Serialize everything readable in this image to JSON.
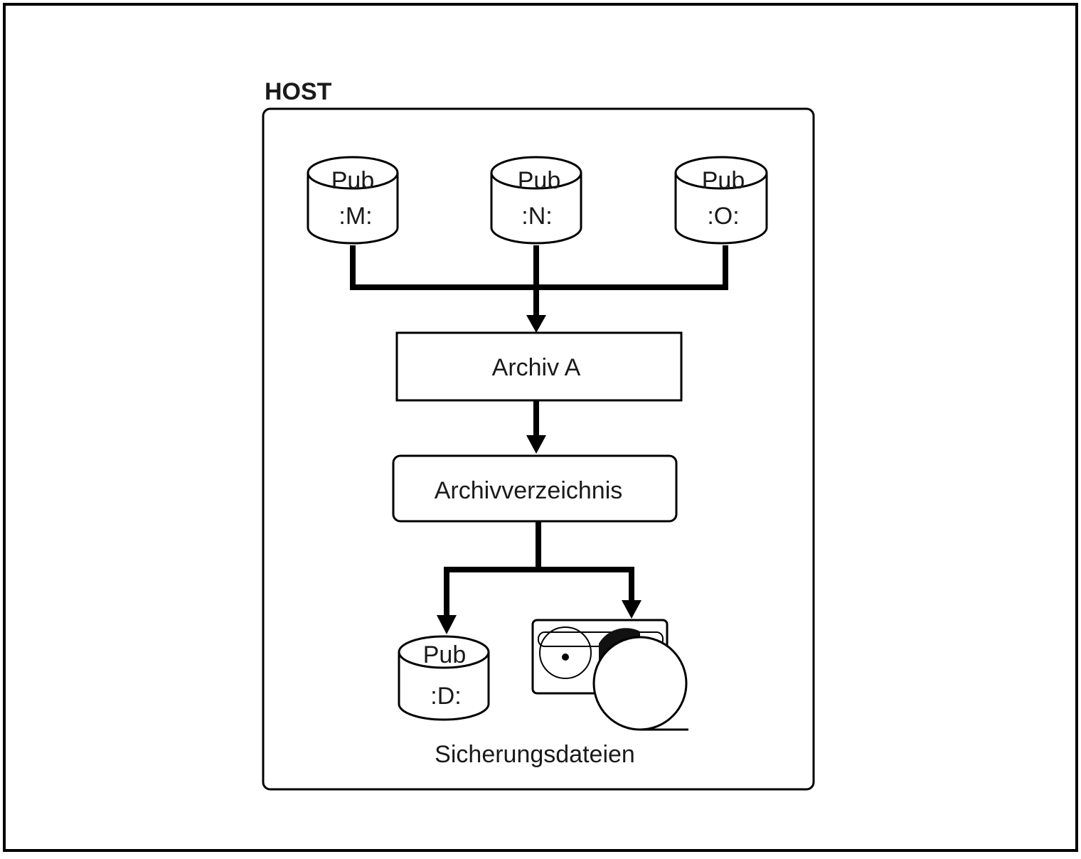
{
  "diagram": {
    "host_label": "HOST",
    "source_disks": [
      {
        "top": "Pub",
        "bottom": ":M:"
      },
      {
        "top": "Pub",
        "bottom": ":N:"
      },
      {
        "top": "Pub",
        "bottom": ":O:"
      }
    ],
    "archive_label": "Archiv A",
    "directory_label": "Archivverzeichnis",
    "target_disk": {
      "top": "Pub",
      "bottom": ":D:"
    },
    "backup_label": "Sicherungsdateien"
  },
  "colors": {
    "line": "#000000",
    "background": "#ffffff",
    "text": "#1a1a1a"
  }
}
